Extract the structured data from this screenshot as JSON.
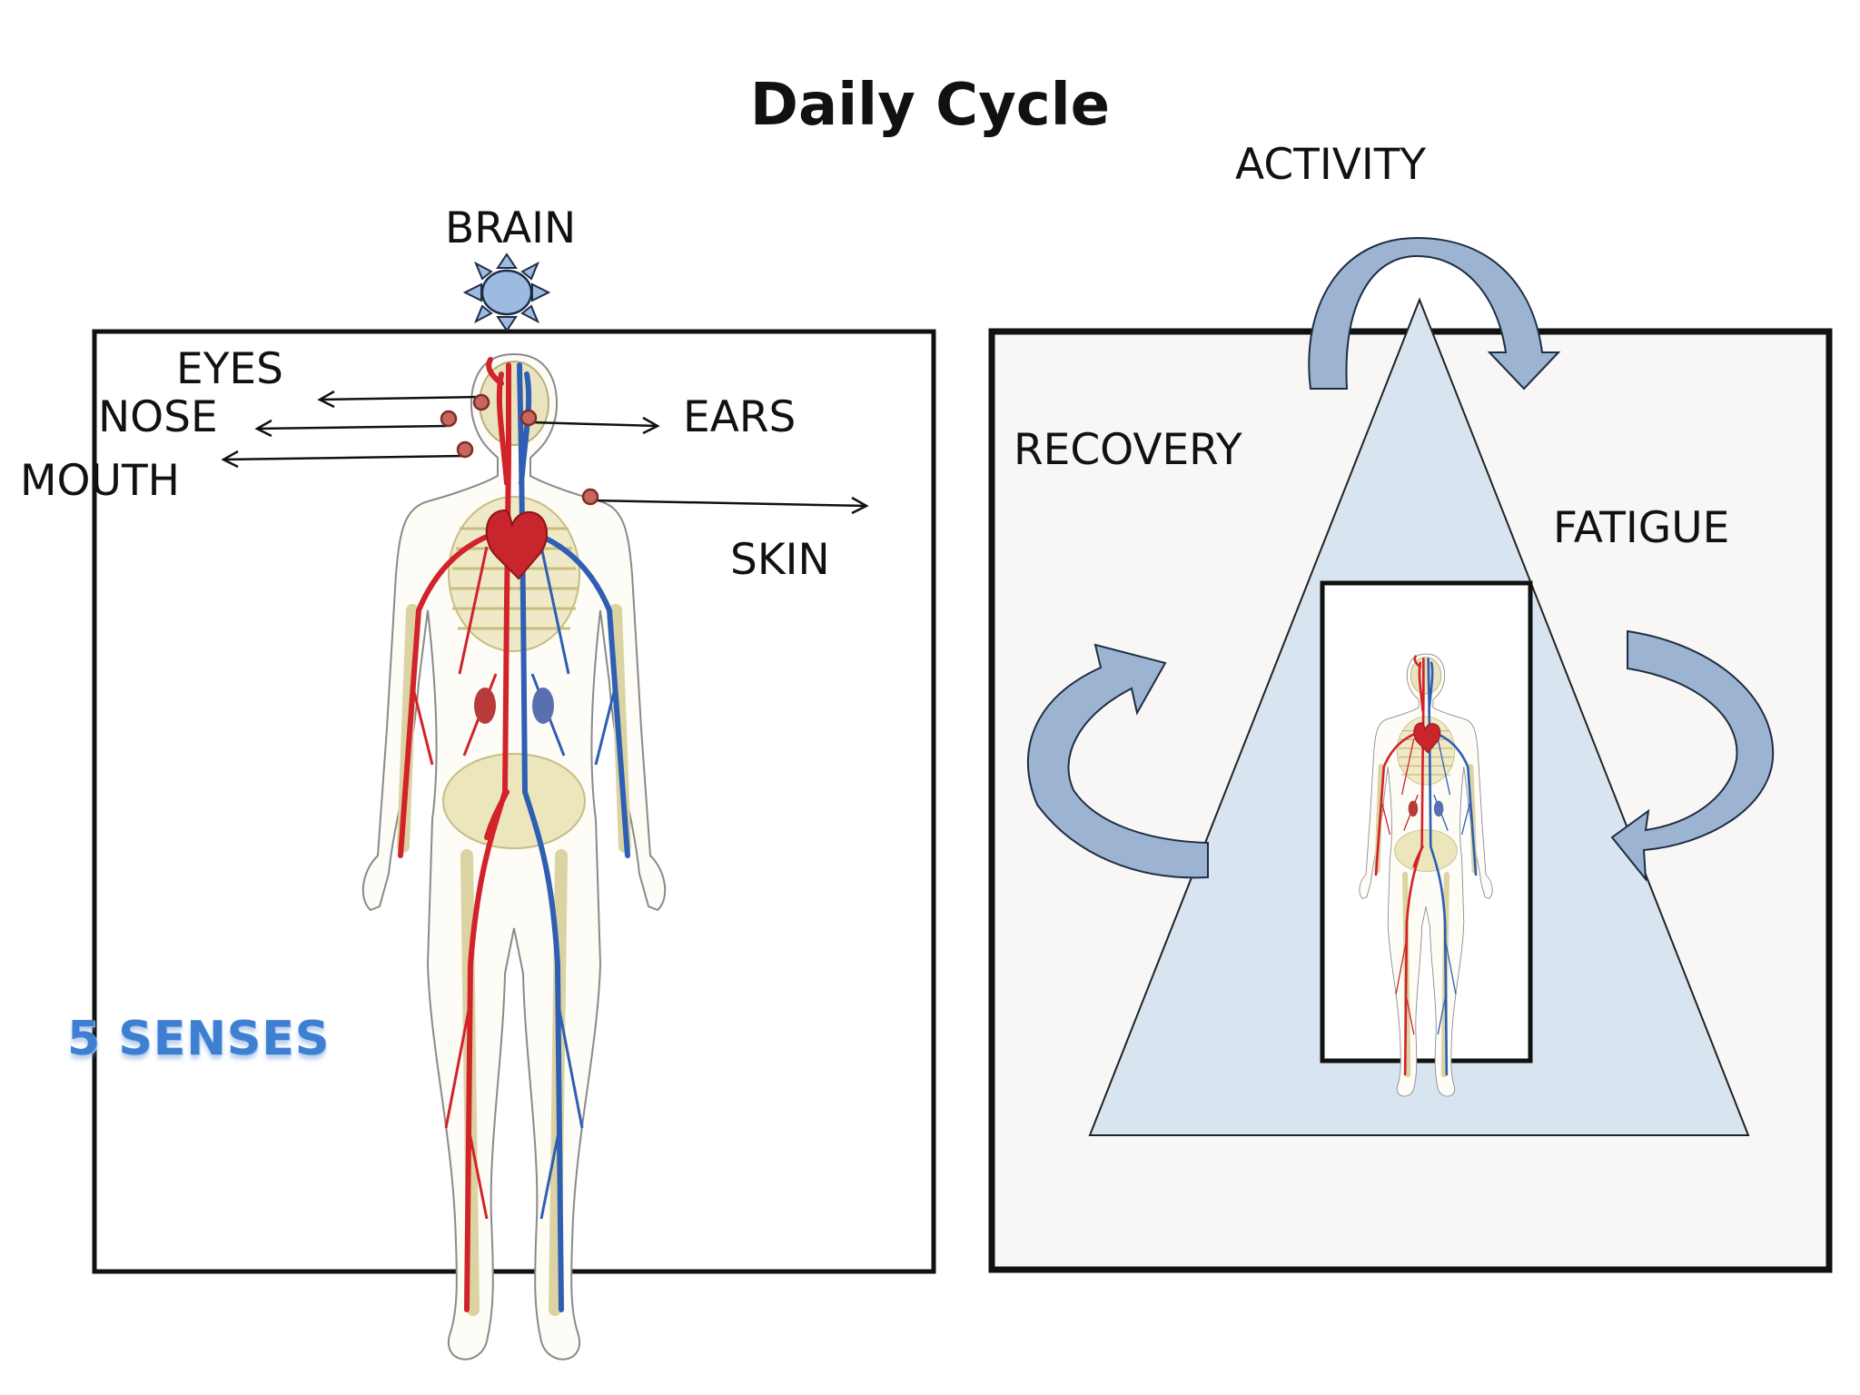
{
  "title": "Daily Cycle",
  "senses_panel": {
    "brain_label": "BRAIN",
    "sense_labels": {
      "eyes": "EYES",
      "nose": "NOSE",
      "mouth": "MOUTH",
      "ears": "EARS",
      "skin": "SKIN"
    },
    "caption": "5 SENSES"
  },
  "cycle_panel": {
    "labels": {
      "activity": "ACTIVITY",
      "fatigue": "FATIGUE",
      "recovery": "RECOVERY"
    }
  },
  "colors": {
    "arrow_fill": "#9cb3d1",
    "triangle_fill": "#d8e5f1",
    "panel_fill": "#f8f7f5",
    "sense_dot": "#c8665b",
    "artery": "#d2232a",
    "vein": "#2f5fb3",
    "caption": "#3f7fd2"
  },
  "icons": {
    "brain": "sun-icon",
    "sense_markers": "dot-icon",
    "cycle_arrows": "curved-arrow-icon",
    "body": "circulatory-system-figure"
  }
}
